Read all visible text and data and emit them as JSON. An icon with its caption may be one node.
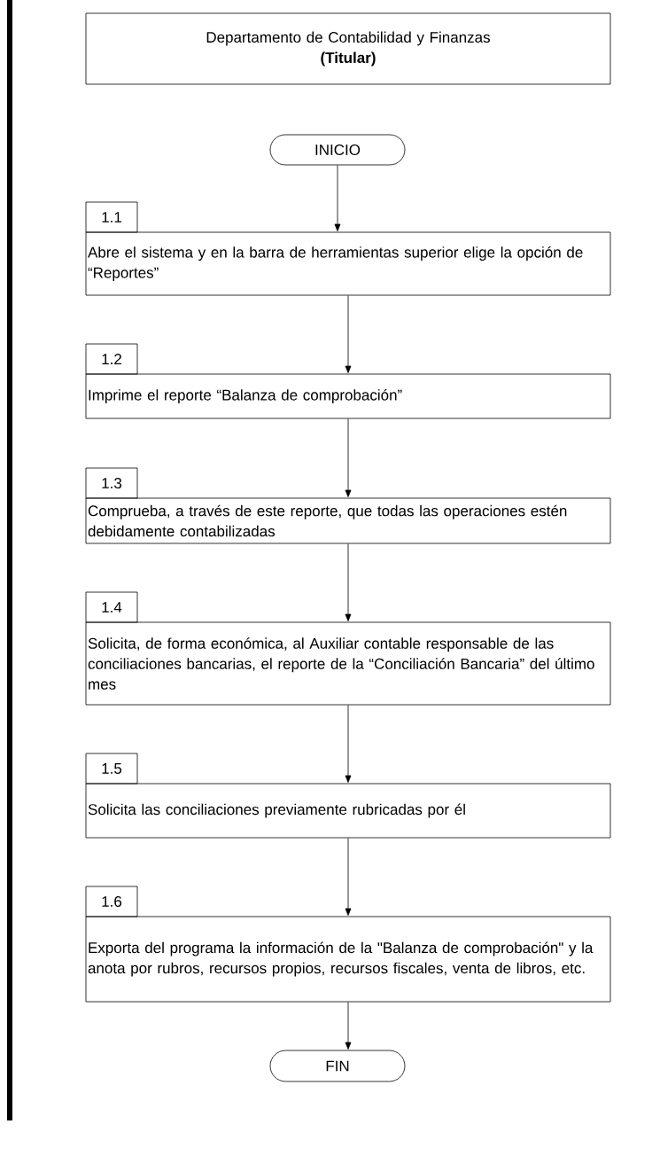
{
  "diagram": {
    "nodes": [
      {
        "text": [
          "Departamento de Contabilidad y Finanzas",
          "(Titular)"
        ]
      },
      {
        "text": [
          "INICIO"
        ]
      },
      {
        "text": [
          "1.1"
        ]
      },
      {
        "text": [
          "Abre el sistema y en la barra de herramientas superior elige la opción de “Reportes”"
        ]
      },
      {
        "text": [
          "1.2"
        ]
      },
      {
        "text": [
          "Imprime el reporte “Balanza de comprobación”"
        ]
      },
      {
        "text": [
          "1.3"
        ]
      },
      {
        "text": [
          "Comprueba, a través de este reporte, que todas las operaciones estén debidamente contabilizadas"
        ]
      },
      {
        "text": [
          "1.4"
        ]
      },
      {
        "text": [
          "Solicita, de forma económica, al Auxiliar contable responsable de las conciliaciones bancarias, el reporte de la “Conciliación Bancaria” del último mes"
        ]
      },
      {
        "text": [
          "1.5"
        ]
      },
      {
        "text": [
          "Solicita las conciliaciones previamente rubricadas por él"
        ]
      },
      {
        "text": [
          "1.6"
        ]
      },
      {
        "text": [
          "Exporta del programa la información de la \"Balanza de comprobación\" y la anota por rubros, recursos propios, recursos fiscales, venta de libros, etc."
        ]
      },
      {
        "text": [
          "FIN"
        ]
      }
    ],
    "edges": [
      {
        "from": 1,
        "to": 3,
        "arrow": "to"
      },
      {
        "from": 3,
        "to": 5,
        "arrow": "to"
      },
      {
        "from": 5,
        "to": 7,
        "arrow": "to"
      },
      {
        "from": 7,
        "to": 9,
        "arrow": "to"
      },
      {
        "from": 9,
        "to": 11,
        "arrow": "to"
      },
      {
        "from": 11,
        "to": 13,
        "arrow": "to"
      },
      {
        "from": 13,
        "to": 14,
        "arrow": "to"
      }
    ]
  }
}
